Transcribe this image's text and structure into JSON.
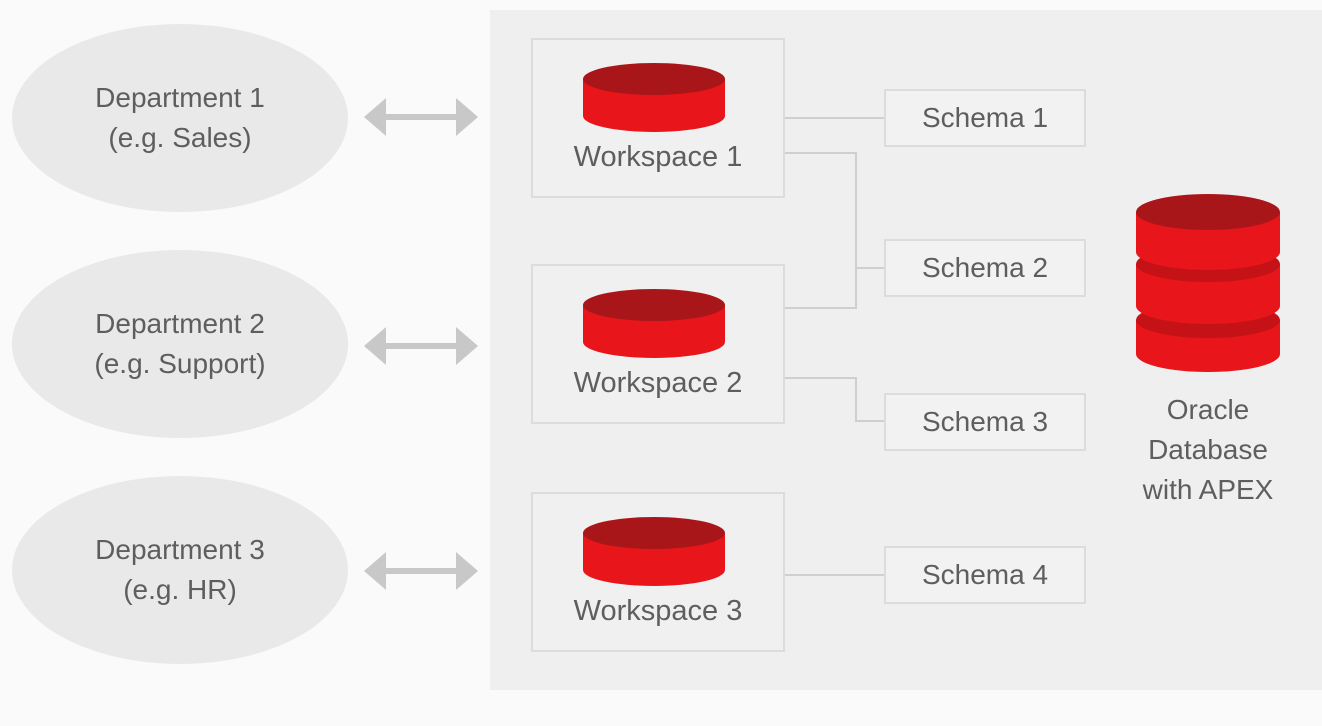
{
  "departments": [
    {
      "name": "Department 1",
      "example": "(e.g. Sales)"
    },
    {
      "name": "Department 2",
      "example": "(e.g. Support)"
    },
    {
      "name": "Department 3",
      "example": "(e.g. HR)"
    }
  ],
  "workspaces": [
    {
      "label": "Workspace 1"
    },
    {
      "label": "Workspace 2"
    },
    {
      "label": "Workspace 3"
    }
  ],
  "schemas": [
    {
      "label": "Schema 1"
    },
    {
      "label": "Schema 2"
    },
    {
      "label": "Schema 3"
    },
    {
      "label": "Schema 4"
    }
  ],
  "database": {
    "line1": "Oracle",
    "line2": "Database",
    "line3": "with APEX"
  },
  "colors": {
    "red": "#e8151b",
    "red_dark": "#a9161a",
    "red_side_dark": "#c41217",
    "arrow": "#c8c8c8",
    "connector": "#cfcfcf",
    "text": "#5e5e5e"
  }
}
